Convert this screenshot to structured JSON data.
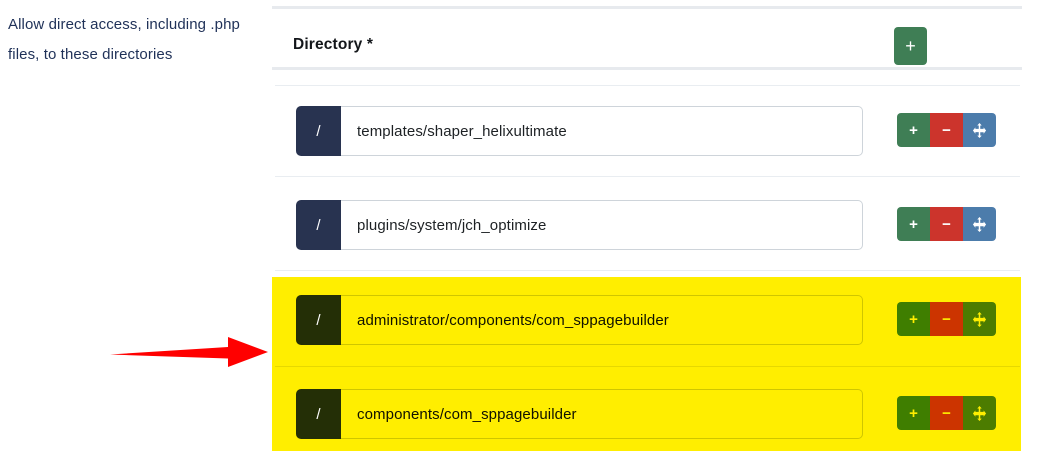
{
  "field_label": "Allow direct access, including .php files, to these directories",
  "colors": {
    "highlight": "#ffee00",
    "prefix_dark": "#283350",
    "prefix_dark_highlighted": "#242f06",
    "btn_add_green": "#3f7e55",
    "btn_remove_red": "#cc342c",
    "btn_move_blue": "#4c7cab",
    "label_text": "#1f3158",
    "divider": "#e7eaee",
    "annotation_arrow": "#ff0000"
  },
  "subform": {
    "header": {
      "title": "Directory *",
      "add_button_label": "+",
      "add_button_icon": "plus-icon"
    },
    "row_buttons": {
      "add_label": "+",
      "remove_label": "−",
      "add_icon": "plus-icon",
      "remove_icon": "minus-icon",
      "move_icon": "move-arrows-icon"
    },
    "rows": [
      {
        "prefix": "/",
        "value": "templates/shaper_helixultimate",
        "placeholder": "",
        "highlighted": false
      },
      {
        "prefix": "/",
        "value": "plugins/system/jch_optimize",
        "placeholder": "",
        "highlighted": false
      },
      {
        "prefix": "/",
        "value": "administrator/components/com_sppagebuilder",
        "placeholder": "",
        "highlighted": true
      },
      {
        "prefix": "/",
        "value": "components/com_sppagebuilder",
        "placeholder": "",
        "highlighted": true
      }
    ]
  },
  "annotation": {
    "arrow_icon": "right-arrow-annotation-icon"
  }
}
